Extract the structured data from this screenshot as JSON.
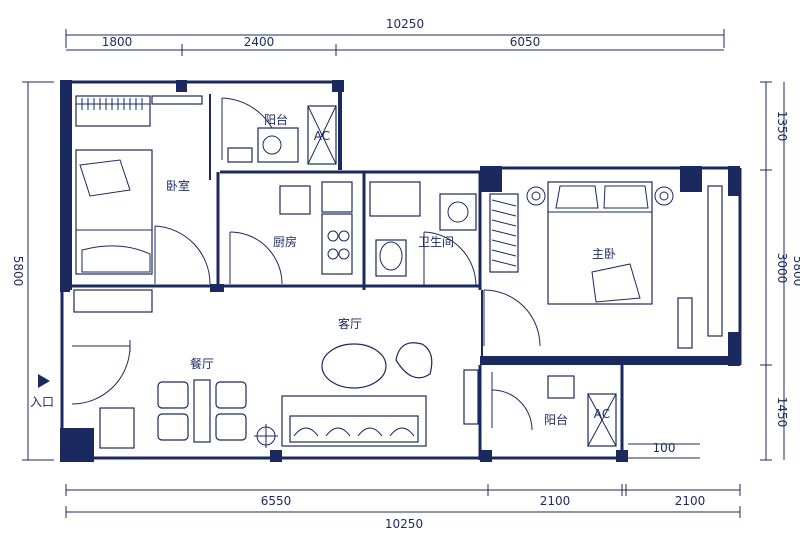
{
  "dimensions": {
    "top_total": "10250",
    "top_segments": [
      "1800",
      "2400",
      "6050"
    ],
    "bottom_total": "10250",
    "bottom_segments": [
      "6550",
      "2100",
      "2100"
    ],
    "left_total": "5800",
    "right_segments": [
      "1350",
      "3000",
      "1450"
    ],
    "right_total": "5800",
    "small_100": "100"
  },
  "rooms": {
    "bedroom": "卧室",
    "balcony_top": "阳台",
    "ac_top": "AC",
    "kitchen": "厨房",
    "bathroom": "卫生间",
    "master_bedroom": "主卧",
    "living_room": "客厅",
    "dining_room": "餐厅",
    "balcony_bottom": "阳台",
    "ac_bottom": "AC"
  },
  "entrance": {
    "label": "入口"
  }
}
